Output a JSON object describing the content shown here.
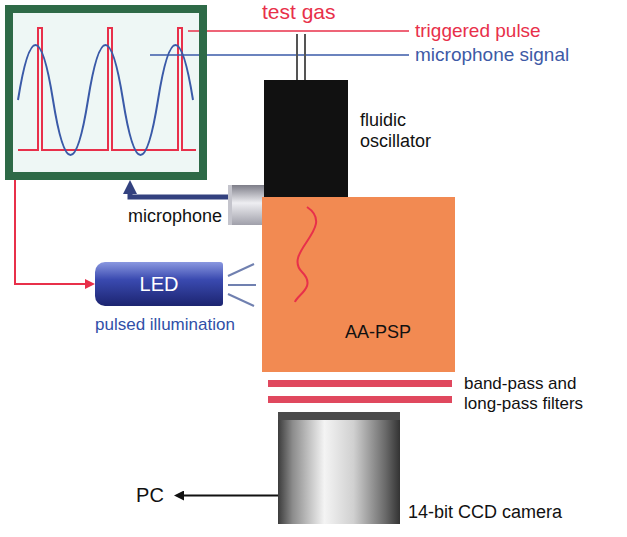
{
  "diagram": {
    "nodes": [
      {
        "text": [
          "triggered pulse",
          "microphone signal"
        ]
      },
      {
        "text": [
          "fluidic oscillator"
        ]
      },
      {
        "text": [
          "microphone"
        ]
      },
      {
        "text": [
          "AA-PSP"
        ]
      },
      {
        "text": [
          "LED"
        ]
      },
      {
        "text": [
          "band-pass and long-pass filters"
        ]
      },
      {
        "text": [
          "14-bit CCD camera"
        ]
      },
      {
        "text": [
          "PC"
        ]
      }
    ],
    "edges": [
      {
        "from": 2,
        "to": 0,
        "arrow": "to"
      },
      {
        "from": 0,
        "to": 4,
        "arrow": "to"
      },
      {
        "from": 6,
        "to": 7,
        "arrow": "to"
      }
    ],
    "labels": [
      "test gas",
      "pulsed illumination"
    ]
  }
}
